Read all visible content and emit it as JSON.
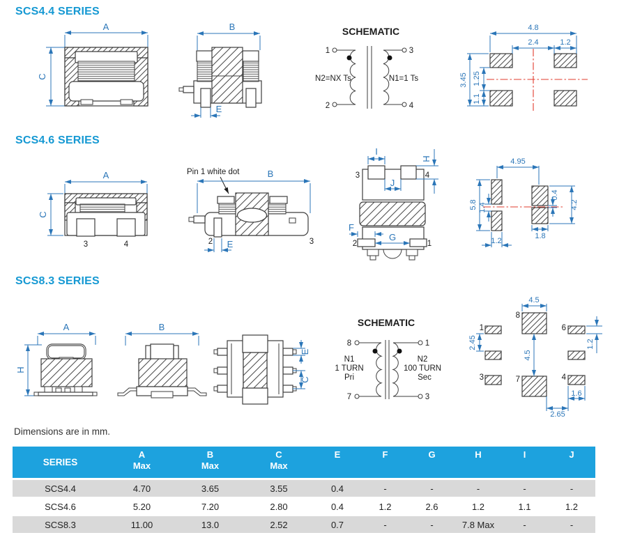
{
  "colors": {
    "heading": "#1699d3",
    "dimension_blue": "#2b76b8",
    "centerline_red": "#e23b2e",
    "table_header_bg": "#1da2de",
    "table_row_gray": "#d9d9d9",
    "drawing_line": "#3d3d3d"
  },
  "note": "Dimensions are in mm.",
  "s44": {
    "title": "SCS4.4 SERIES",
    "front": {
      "a": "A",
      "c": "C"
    },
    "side": {
      "b": "B",
      "e": "E"
    },
    "sch": {
      "title": "SCHEMATIC",
      "p1": "1",
      "p2": "2",
      "p3": "3",
      "p4": "4",
      "left": "N2=NX Ts",
      "right": "N1=1 Ts"
    },
    "pads": {
      "w": "4.8",
      "gap": "2.4",
      "pw": "1.2",
      "h": "3.45",
      "mid": "1.25",
      "ph": "1.1"
    }
  },
  "s46": {
    "title": "SCS4.6 SERIES",
    "front": {
      "a": "A",
      "c": "C",
      "p3": "3",
      "p4": "4"
    },
    "mid": {
      "note": "Pin 1 white dot",
      "b": "B",
      "e": "E",
      "p2": "2",
      "p3": "3"
    },
    "top": {
      "i": "I",
      "h": "H",
      "j": "J",
      "f": "F",
      "g": "G",
      "p1": "1",
      "p2": "2",
      "p3": "3",
      "p4": "4"
    },
    "pads": {
      "w": "4.95",
      "h": "5.8",
      "gap": "1.4",
      "rgap": "0.4",
      "rh": "4.2",
      "rw": "1.8",
      "lw": "1.2"
    }
  },
  "s83": {
    "title": "SCS8.3 SERIES",
    "f1": {
      "a": "A",
      "h": "H"
    },
    "f2": {
      "b": "B"
    },
    "f3": {
      "e": "E",
      "c": "C"
    },
    "sch": {
      "title": "SCHEMATIC",
      "p8": "8",
      "p7": "7",
      "p1": "1",
      "p3": "3",
      "l1": "N1",
      "l2": "1 TURN",
      "l3": "Pri",
      "r1": "N2",
      "r2": "100 TURN",
      "r3": "Sec"
    },
    "pads": {
      "w": "4.5",
      "vgap": "4.5",
      "lgap": "2.45",
      "rh": "1.2",
      "rw": "1.6",
      "bgap": "2.65",
      "p1": "1",
      "p3": "3",
      "p8": "8",
      "p7": "7",
      "p6": "6",
      "p4": "4"
    }
  },
  "table": {
    "headers": [
      {
        "l": "SERIES",
        "s": ""
      },
      {
        "l": "A",
        "s": "Max"
      },
      {
        "l": "B",
        "s": "Max"
      },
      {
        "l": "C",
        "s": "Max"
      },
      {
        "l": "E",
        "s": ""
      },
      {
        "l": "F",
        "s": ""
      },
      {
        "l": "G",
        "s": ""
      },
      {
        "l": "H",
        "s": ""
      },
      {
        "l": "I",
        "s": ""
      },
      {
        "l": "J",
        "s": ""
      }
    ],
    "rows": [
      [
        "SCS4.4",
        "4.70",
        "3.65",
        "3.55",
        "0.4",
        "-",
        "-",
        "-",
        "-",
        "-"
      ],
      [
        "SCS4.6",
        "5.20",
        "7.20",
        "2.80",
        "0.4",
        "1.2",
        "2.6",
        "1.2",
        "1.1",
        "1.2"
      ],
      [
        "SCS8.3",
        "11.00",
        "13.0",
        "2.52",
        "0.7",
        "-",
        "-",
        "7.8 Max",
        "-",
        "-"
      ]
    ]
  }
}
